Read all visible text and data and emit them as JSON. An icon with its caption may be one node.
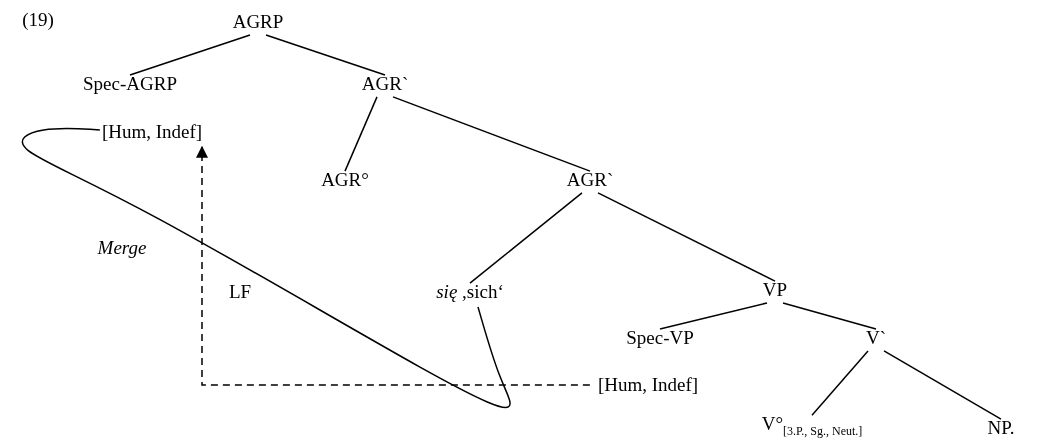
{
  "diagram": {
    "nodes": [
      {
        "text": [
          "AGRP"
        ]
      },
      {
        "text": [
          "Spec-AGRP"
        ]
      },
      {
        "text": [
          "AGR`"
        ]
      },
      {
        "text": [
          "[Hum, Indef]"
        ]
      },
      {
        "text": [
          "AGR°"
        ]
      },
      {
        "text": [
          "AGR`"
        ]
      },
      {
        "text": [
          "*się* ,sich‘"
        ]
      },
      {
        "text": [
          "VP"
        ]
      },
      {
        "text": [
          "Spec-VP"
        ]
      },
      {
        "text": [
          "V`"
        ]
      },
      {
        "text": [
          "[Hum, Indef]"
        ]
      },
      {
        "text": [
          "V°$_{[3.P., Sg., Neut.]}$"
        ]
      },
      {
        "text": [
          "NP."
        ]
      }
    ],
    "edges": [
      {
        "from": 0,
        "to": 1,
        "arrow": "none"
      },
      {
        "from": 0,
        "to": 2,
        "arrow": "none"
      },
      {
        "from": 2,
        "to": 4,
        "arrow": "none"
      },
      {
        "from": 2,
        "to": 5,
        "arrow": "none"
      },
      {
        "from": 5,
        "to": 6,
        "arrow": "none"
      },
      {
        "from": 5,
        "to": 7,
        "arrow": "none"
      },
      {
        "from": 7,
        "to": 8,
        "arrow": "none"
      },
      {
        "from": 7,
        "to": 9,
        "arrow": "none"
      },
      {
        "from": 9,
        "to": 11,
        "arrow": "none"
      },
      {
        "from": 9,
        "to": 12,
        "arrow": "none"
      },
      {
        "from": 3,
        "to": 6,
        "arrow": "none",
        "label": "Merge"
      },
      {
        "from": 10,
        "to": 3,
        "arrow": "to",
        "label": "LF",
        "style": "dashed"
      }
    ],
    "labels": [
      "(19)"
    ]
  }
}
